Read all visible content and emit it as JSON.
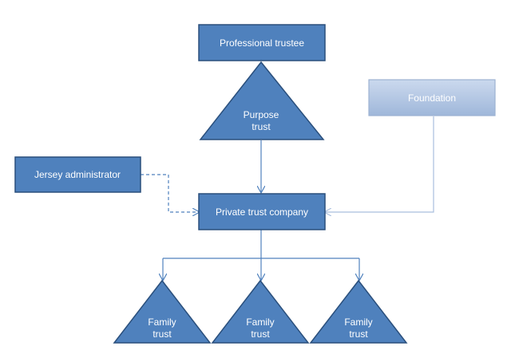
{
  "diagram": {
    "nodes": {
      "professional_trustee": {
        "label": "Professional trustee"
      },
      "purpose_trust": {
        "line1": "Purpose",
        "line2": "trust"
      },
      "foundation": {
        "label": "Foundation"
      },
      "jersey_administrator": {
        "label": "Jersey administrator"
      },
      "private_trust_company": {
        "label": "Private trust company"
      },
      "family_trust_1": {
        "line1": "Family",
        "line2": "trust"
      },
      "family_trust_2": {
        "line1": "Family",
        "line2": "trust"
      },
      "family_trust_3": {
        "line1": "Family",
        "line2": "trust"
      }
    },
    "colors": {
      "box_fill": "#4f81bd",
      "box_stroke": "#2a4f7c",
      "foundation_fill_top": "#c9d7ec",
      "foundation_fill_bottom": "#9db5da",
      "foundation_stroke": "#9db2d2",
      "connector": "#4f81bd",
      "connector_light": "#a9bfde"
    }
  }
}
